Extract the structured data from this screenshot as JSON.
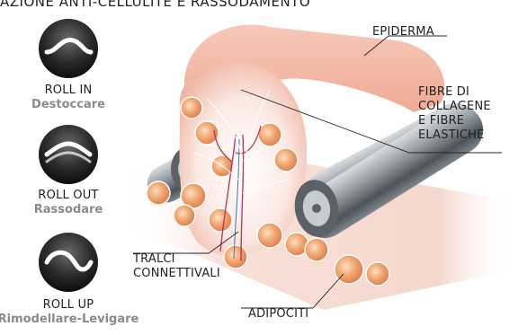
{
  "heading": "AZIONE ANTI-CELLULITE E RASSODAMENTO",
  "modes": [
    {
      "name": "ROLL IN",
      "description": "Destoccare",
      "icon": "roll-in-icon"
    },
    {
      "name": "ROLL OUT",
      "description": "Rassodare",
      "icon": "roll-out-icon"
    },
    {
      "name": "ROLL UP",
      "description": "Rimodellare-Levigare",
      "icon": "roll-up-icon"
    }
  ],
  "callouts": {
    "epidermis": "EPIDERMA",
    "fibres": [
      "FIBRE DI",
      "COLLAGENE",
      "E FIBRE",
      "ELASTICHE"
    ],
    "connective": [
      "TRALCI",
      "CONNETTIVALI"
    ],
    "adipocytes": "ADIPOCITI"
  },
  "colors": {
    "skin": "#f0b6a3",
    "fat": "#e9955c",
    "roller": "#7d868d"
  }
}
